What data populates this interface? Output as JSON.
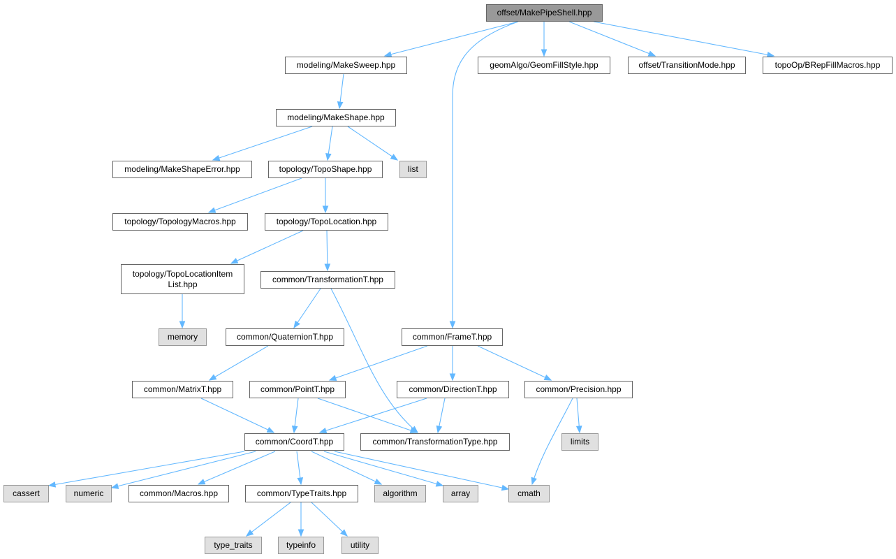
{
  "colors": {
    "edge": "#63b8ff",
    "root_fill": "#999999",
    "external_fill": "#e0e0e0",
    "node_border": "#666666"
  },
  "nodes": {
    "makepipeshell": "offset/MakePipeShell.hpp",
    "makesweep": "modeling/MakeSweep.hpp",
    "geomfillstyle": "geomAlgo/GeomFillStyle.hpp",
    "transitionmode": "offset/TransitionMode.hpp",
    "brepfillmacros": "topoOp/BRepFillMacros.hpp",
    "makeshape": "modeling/MakeShape.hpp",
    "makeshapeerror": "modeling/MakeShapeError.hpp",
    "toposhape": "topology/TopoShape.hpp",
    "list": "list",
    "topologymacros": "topology/TopologyMacros.hpp",
    "topolocation": "topology/TopoLocation.hpp",
    "topolocationitemlist_l1": "topology/TopoLocationItem",
    "topolocationitemlist_l2": "List.hpp",
    "transformationt": "common/TransformationT.hpp",
    "memory": "memory",
    "quaterniont": "common/QuaternionT.hpp",
    "framet": "common/FrameT.hpp",
    "matrixt": "common/MatrixT.hpp",
    "pointt": "common/PointT.hpp",
    "directiont": "common/DirectionT.hpp",
    "precision": "common/Precision.hpp",
    "coordt": "common/CoordT.hpp",
    "transformationtype": "common/TransformationType.hpp",
    "limits": "limits",
    "cassert": "cassert",
    "numeric": "numeric",
    "macros": "common/Macros.hpp",
    "typetraits": "common/TypeTraits.hpp",
    "algorithm": "algorithm",
    "array": "array",
    "cmath": "cmath",
    "type_traits": "type_traits",
    "typeinfo": "typeinfo",
    "utility": "utility"
  }
}
